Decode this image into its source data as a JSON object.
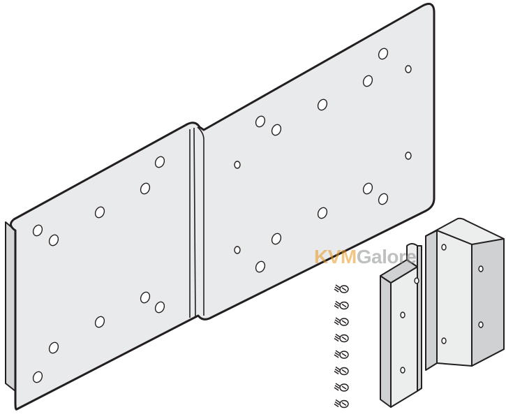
{
  "figure": {
    "watermark": {
      "part1": "KVM",
      "part2": "Galore",
      "colors": {
        "accent": "#e8961e",
        "gray": "#8b8d8f"
      }
    },
    "parts": {
      "mounting_plate": "mounting-plate",
      "brackets_count": 2,
      "screws_count": 8
    }
  }
}
